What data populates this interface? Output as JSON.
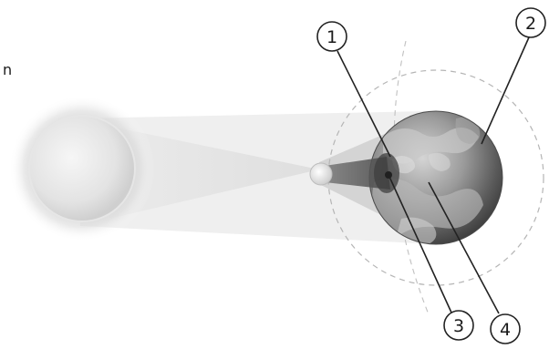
{
  "diagram": {
    "side_text": "n",
    "callouts": [
      {
        "id": "callout-1",
        "label": "1"
      },
      {
        "id": "callout-2",
        "label": "2"
      },
      {
        "id": "callout-3",
        "label": "3"
      },
      {
        "id": "callout-4",
        "label": "4"
      }
    ]
  }
}
